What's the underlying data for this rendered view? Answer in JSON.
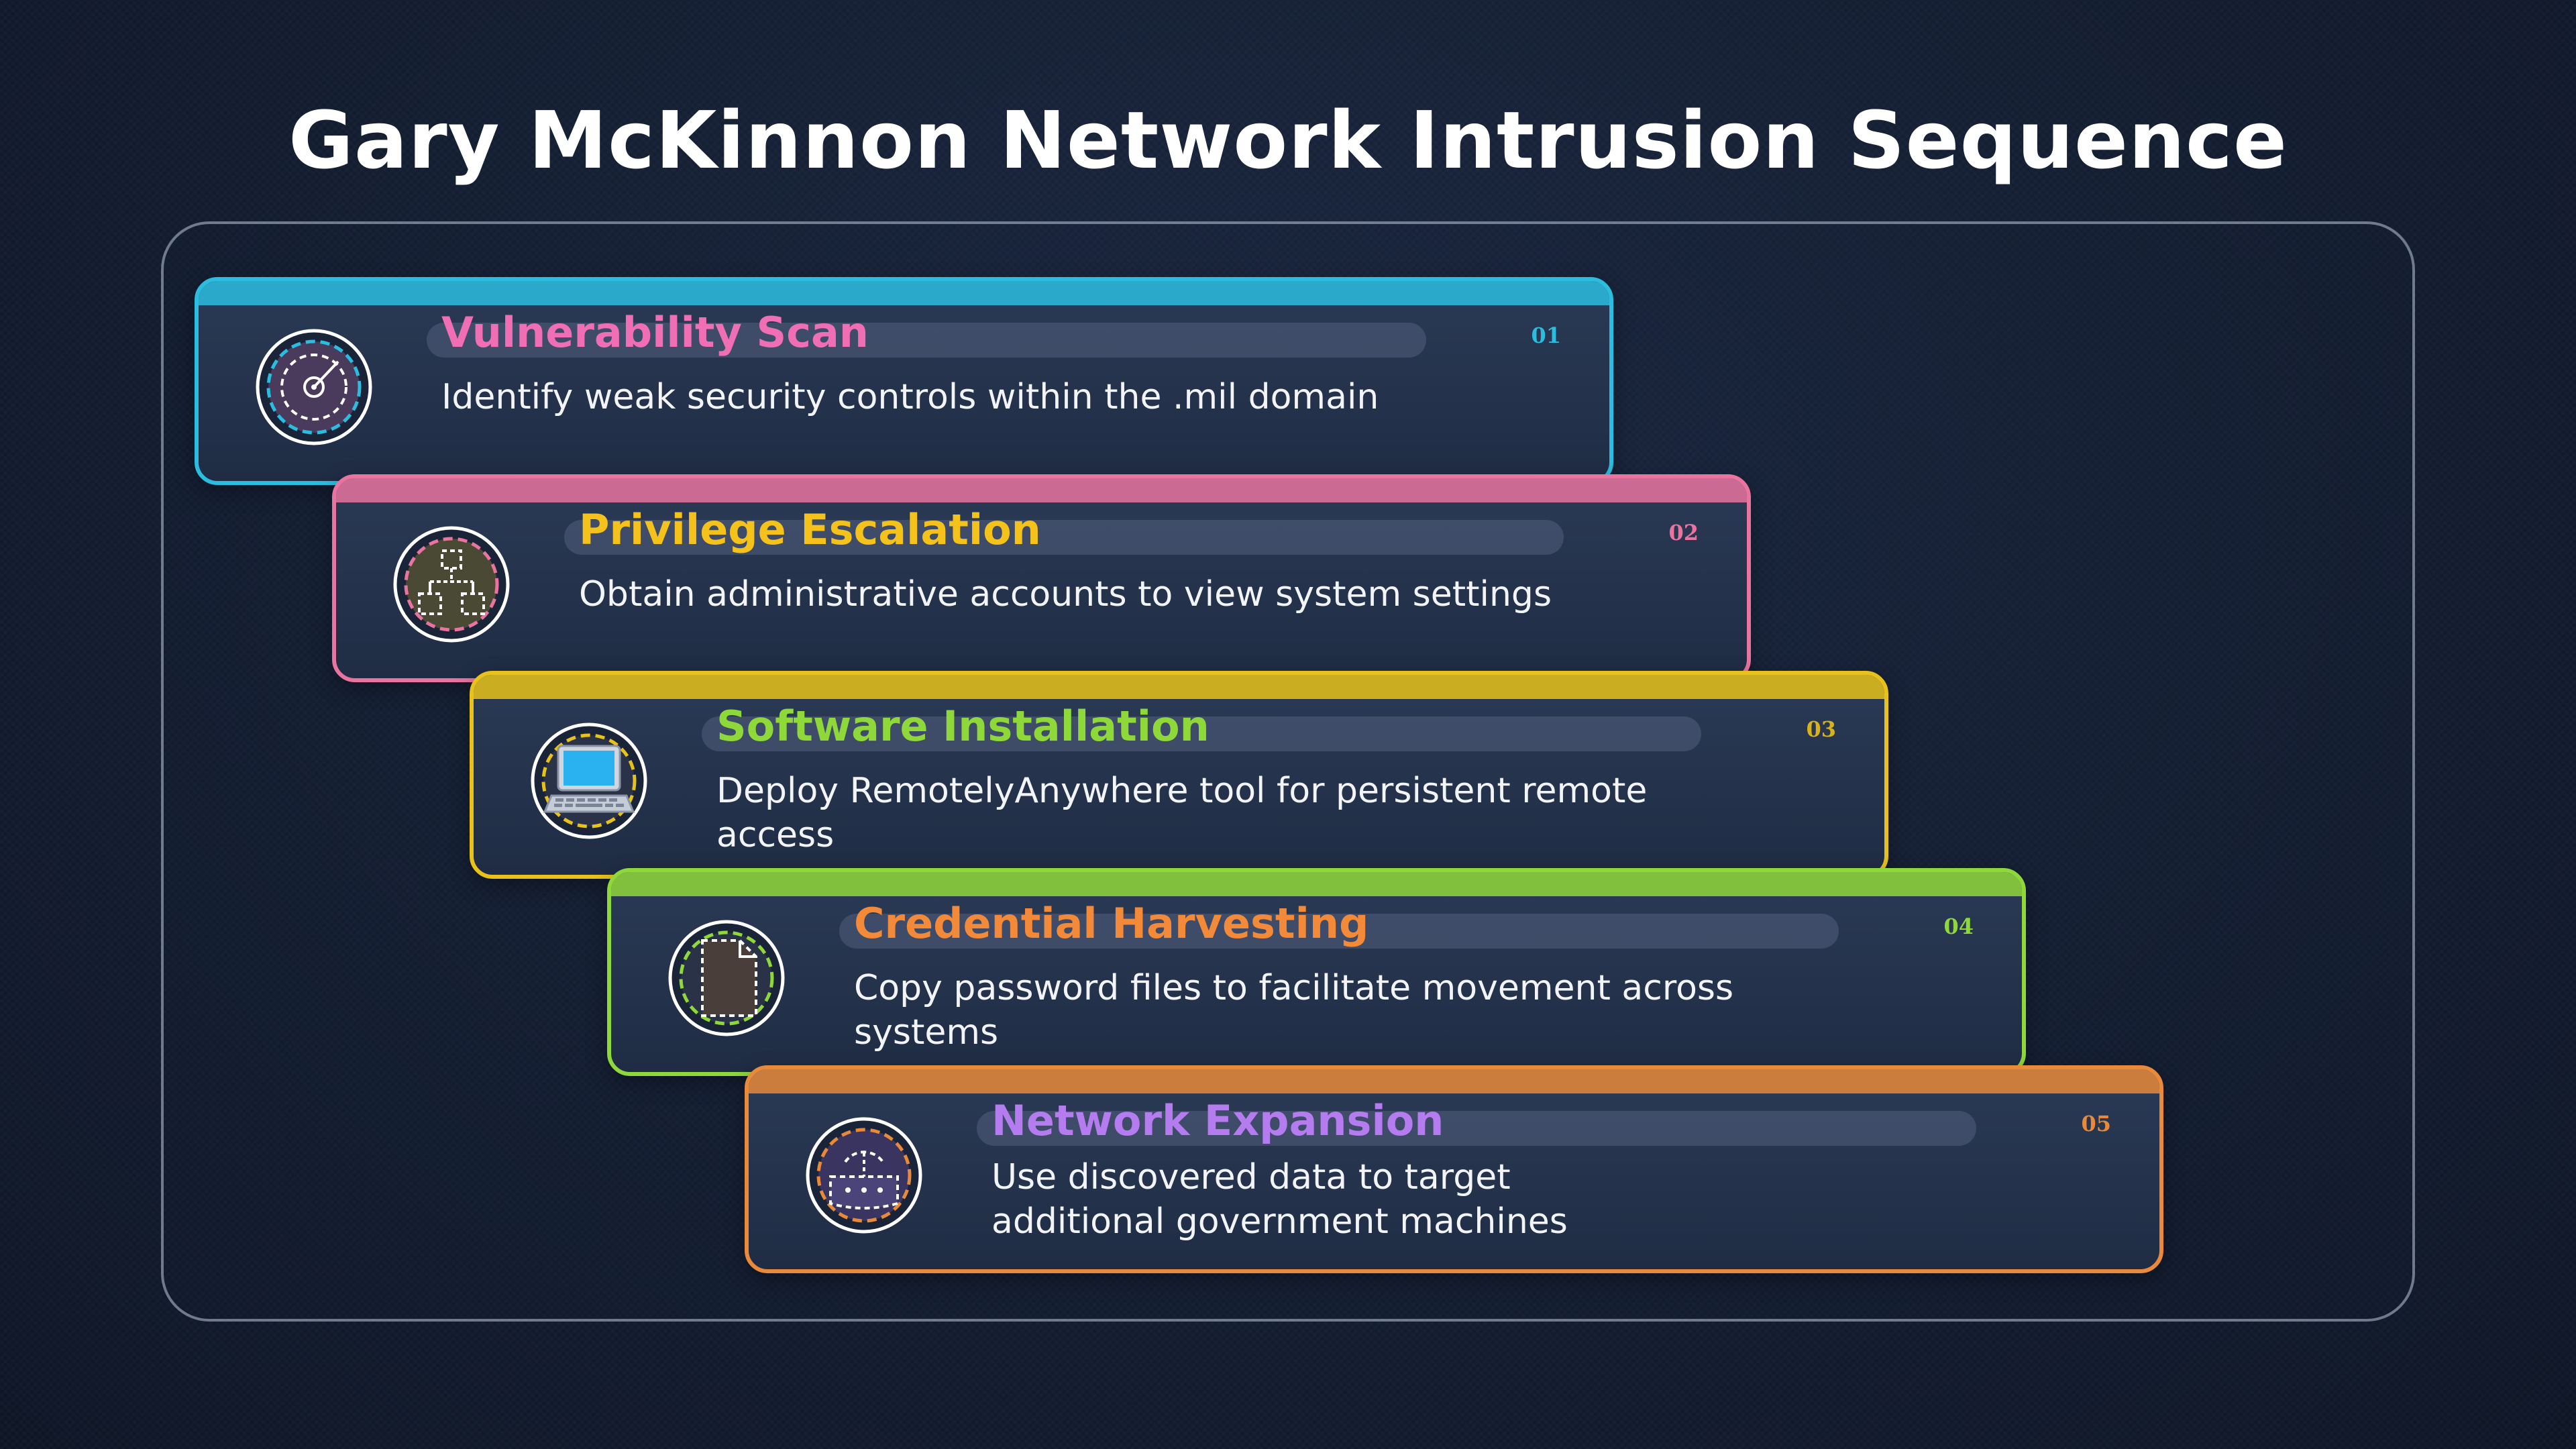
{
  "title": "Gary McKinnon Network Intrusion Sequence",
  "steps": [
    {
      "title": "Vulnerability Scan",
      "number": "01",
      "description": "Identify weak security controls within the .mil domain",
      "icon": "radar-scan-icon",
      "border_color": "#2bbde0",
      "title_color": "#f06fb4",
      "number_color": "#2bbde0"
    },
    {
      "title": "Privilege Escalation",
      "number": "02",
      "description": "Obtain administrative accounts to view system settings",
      "icon": "org-hierarchy-icon",
      "border_color": "#e8749f",
      "title_color": "#f5c21b",
      "number_color": "#e8749f"
    },
    {
      "title": "Software Installation",
      "number": "03",
      "description": "Deploy RemotelyAnywhere tool for persistent remote access",
      "icon": "laptop-icon",
      "border_color": "#e8c21a",
      "title_color": "#8ed83a",
      "number_color": "#d8b21a"
    },
    {
      "title": "Credential Harvesting",
      "number": "04",
      "description": "Copy password files to facilitate movement across systems",
      "icon": "document-file-icon",
      "border_color": "#8fd83a",
      "title_color": "#f28a3a",
      "number_color": "#8fd83a"
    },
    {
      "title": "Network Expansion",
      "number": "05",
      "description": "Use discovered data to target additional government machines",
      "icon": "network-expand-icon",
      "border_color": "#e88a3a",
      "title_color": "#b57cf0",
      "number_color": "#e88a3a"
    }
  ]
}
